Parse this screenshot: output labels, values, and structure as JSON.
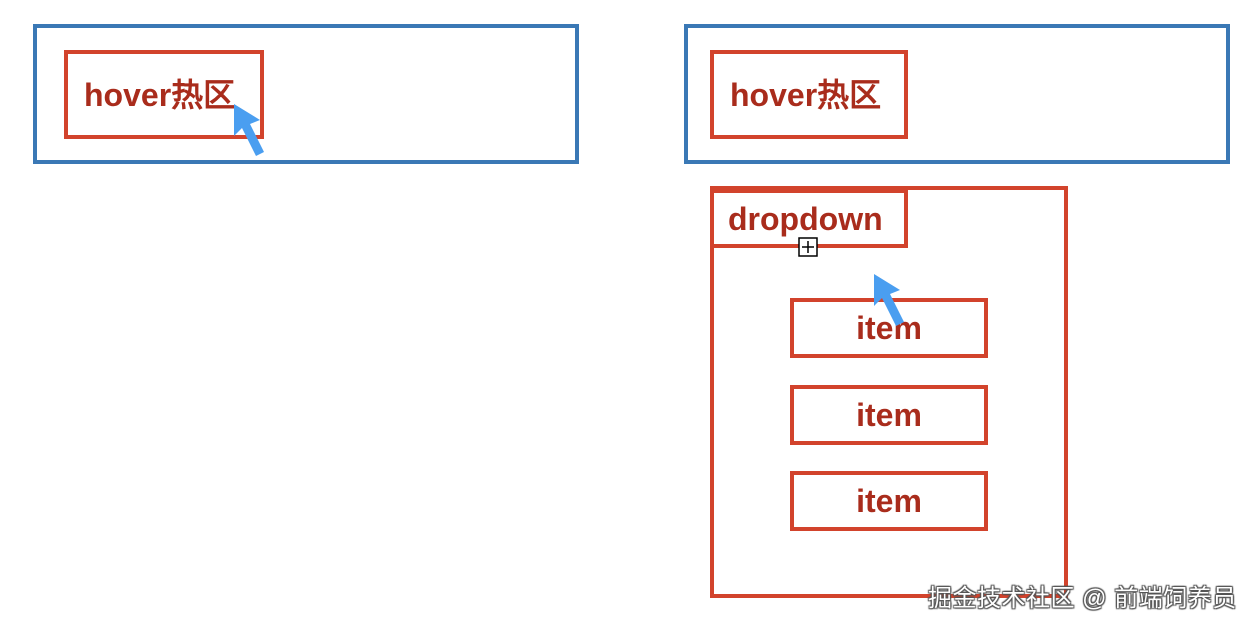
{
  "left_panel": {
    "hover_label": "hover热区"
  },
  "right_panel": {
    "hover_label": "hover热区",
    "dropdown_label": "dropdown",
    "items": [
      {
        "label": "item"
      },
      {
        "label": "item"
      },
      {
        "label": "item"
      }
    ]
  },
  "watermark": "掘金技术社区 @ 前端饲养员",
  "icons": {
    "pointer": "cursor-arrow-icon",
    "crosshair": "plus-box-icon"
  },
  "colors": {
    "outer_border": "#3a78b5",
    "hotzone_border": "#d2432c",
    "label_text": "#a92c1c",
    "cursor": "#4a9ef0"
  }
}
